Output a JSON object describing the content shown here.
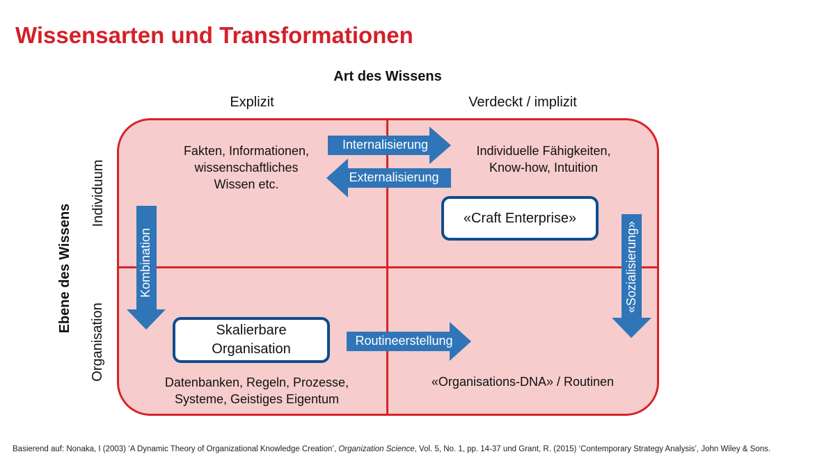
{
  "title": "Wissensarten und Transformationen",
  "axes": {
    "top_title": "Art des Wissens",
    "col_explicit": "Explizit",
    "col_implicit": "Verdeckt / implizit",
    "left_title": "Ebene des Wissens",
    "row_individual": "Individuum",
    "row_organisation": "Organisation"
  },
  "cells": {
    "top_left": [
      "Fakten, Informationen,",
      "wissenschaftliches",
      "Wissen etc."
    ],
    "top_right": [
      "Individuelle Fähigkeiten,",
      "Know-how, Intuition"
    ],
    "bottom_left": [
      "Datenbanken, Regeln, Prozesse,",
      "Systeme, Geistiges Eigentum"
    ],
    "bottom_right": "«Organisations-DNA» / Routinen"
  },
  "boxes": {
    "craft": "«Craft Enterprise»",
    "scalable": [
      "Skalierbare",
      "Organisation"
    ]
  },
  "arrows": {
    "internalisierung": "Internalisierung",
    "externalisierung": "Externalisierung",
    "kombination": "Kombination",
    "sozialisierung": "«Sozialisierung»",
    "routineerstellung": "Routineerstellung"
  },
  "colors": {
    "title_red": "#d4202a",
    "grid_red": "#d8232a",
    "cell_fill": "#f6cccc",
    "arrow_blue": "#2f75b8",
    "box_border": "#0f4c8f"
  },
  "footer": {
    "part1": "Basierend auf: Nonaka, I (2003) ‘A Dynamic Theory of Organizational Knowledge Creation’, ",
    "journal": "Organization Science",
    "part2": ", Vol. 5, No. 1, pp. 14-37 und Grant, R. (2015) ‘Contemporary Strategy Analysis’, John Wiley & Sons."
  }
}
